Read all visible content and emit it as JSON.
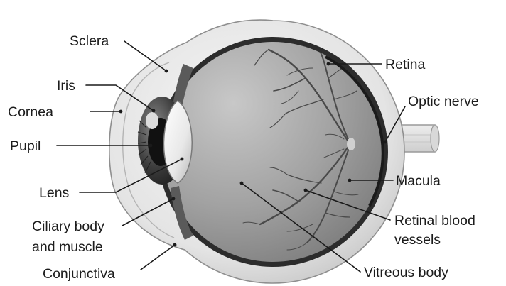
{
  "labels": {
    "sclera": "Sclera",
    "iris": "Iris",
    "cornea": "Cornea",
    "pupil": "Pupil",
    "lens": "Lens",
    "ciliary_line1": "Ciliary body",
    "ciliary_line2": "and muscle",
    "conjunctiva": "Conjunctiva",
    "retina": "Retina",
    "optic_nerve": "Optic nerve",
    "macula": "Macula",
    "vessels_line1": "Retinal blood",
    "vessels_line2": "vessels",
    "vitreous": "Vitreous body"
  }
}
